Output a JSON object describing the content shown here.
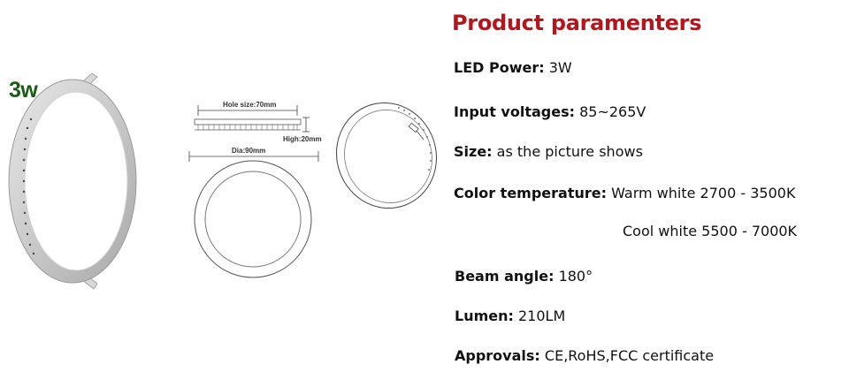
{
  "badge": "3w",
  "drawing": {
    "hole_size": "Hole size:70mm",
    "height": "High:20mm",
    "diameter": "Dia:90mm"
  },
  "spec": {
    "title": "Product paramenters",
    "lines": [
      {
        "label": "LED Power:",
        "value": "3W"
      },
      {
        "label": "Input voltages:",
        "value": "85~265V"
      },
      {
        "label": "Size:",
        "value": "as the picture shows"
      },
      {
        "label": "Color temperature:",
        "value": "Warm white 2700 - 3500K"
      },
      {
        "label": "Cool",
        "value": "white 5500 - 7000K"
      },
      {
        "label": "Beam angle:",
        "value": "180°"
      },
      {
        "label": "Lumen:",
        "value": "210LM"
      },
      {
        "label": "Approvals:",
        "value": "CE,RoHS,FCC certificate"
      }
    ]
  }
}
